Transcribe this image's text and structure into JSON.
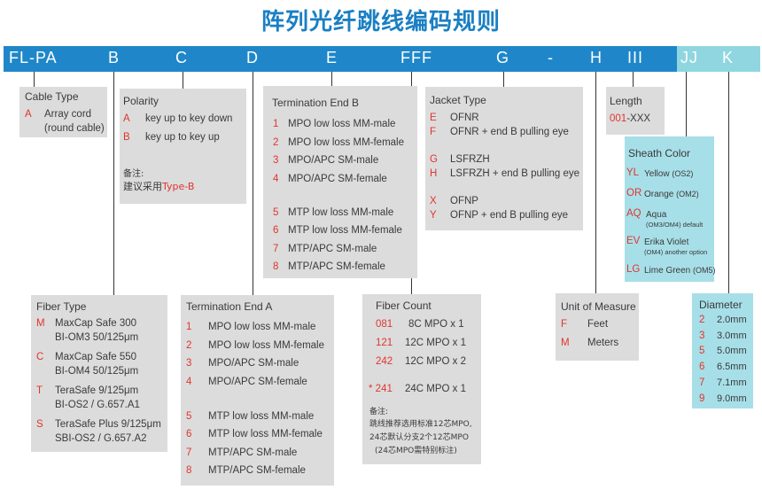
{
  "title": "阵列光纤跳线编码规则",
  "codes": [
    {
      "text": "FL-PA"
    },
    {
      "text": "B"
    },
    {
      "text": "C"
    },
    {
      "text": "D"
    },
    {
      "text": "E"
    },
    {
      "text": "FFF"
    },
    {
      "text": "G"
    },
    {
      "text": "-"
    },
    {
      "text": "H"
    },
    {
      "text": "III"
    },
    {
      "text": "JJ"
    },
    {
      "text": "K"
    }
  ],
  "cable_type": {
    "header": "Cable Type",
    "items": [
      {
        "code": "A",
        "line1": "Array cord",
        "line2": "(round cable)"
      }
    ]
  },
  "polarity": {
    "header": "Polarity",
    "items": [
      {
        "code": "A",
        "label": "key up to key down"
      },
      {
        "code": "B",
        "label": "key up to key up"
      }
    ],
    "note_label": "备注:",
    "note_prefix": "建议采用",
    "note_value": "Type-B"
  },
  "termination_b": {
    "header": "Termination End B",
    "items": [
      {
        "code": "1",
        "label": "MPO low loss MM-male"
      },
      {
        "code": "2",
        "label": "MPO low loss MM-female"
      },
      {
        "code": "3",
        "label": "MPO/APC SM-male"
      },
      {
        "code": "4",
        "label": "MPO/APC SM-female"
      },
      {
        "code": "5",
        "label": "MTP low loss MM-male"
      },
      {
        "code": "6",
        "label": "MTP low loss MM-female"
      },
      {
        "code": "7",
        "label": "MTP/APC SM-male"
      },
      {
        "code": "8",
        "label": "MTP/APC SM-female"
      }
    ]
  },
  "jacket_type": {
    "header": "Jacket Type",
    "items": [
      {
        "code": "E",
        "label": "OFNR"
      },
      {
        "code": "F",
        "label": "OFNR + end B pulling eye"
      },
      {
        "code": "G",
        "label": "LSFRZH"
      },
      {
        "code": "H",
        "label": "LSFRZH + end B pulling eye"
      },
      {
        "code": "X",
        "label": "OFNP"
      },
      {
        "code": "Y",
        "label": "OFNP + end B pulling eye"
      }
    ]
  },
  "length": {
    "header": "Length",
    "code": "001",
    "label": "-XXX"
  },
  "sheath_color": {
    "header": "Sheath Color",
    "items": [
      {
        "code": "YL",
        "label": "Yellow",
        "sub": "(OS2)",
        "sub2": ""
      },
      {
        "code": "OR",
        "label": "Orange",
        "sub": "(OM2)",
        "sub2": ""
      },
      {
        "code": "AQ",
        "label": "Aqua",
        "sub": "(OM3/OM4) default",
        "sub2": ""
      },
      {
        "code": "EV",
        "label": "Erika Violet",
        "sub": "(OM4) another option",
        "sub2": ""
      },
      {
        "code": "LG",
        "label": "Lime Green",
        "sub": "(OM5)",
        "sub2": ""
      }
    ]
  },
  "fiber_type": {
    "header": "Fiber Type",
    "items": [
      {
        "code": "M",
        "line1": "MaxCap Safe 300",
        "line2": "BI-OM3 50/125μm"
      },
      {
        "code": "C",
        "line1": "MaxCap Safe 550",
        "line2": "BI-OM4 50/125μm"
      },
      {
        "code": "T",
        "line1": "TeraSafe 9/125μm",
        "line2": "BI-OS2 / G.657.A1"
      },
      {
        "code": "S",
        "line1": "TeraSafe Plus 9/125μm",
        "line2": "SBI-OS2 / G.657.A2"
      }
    ]
  },
  "termination_a": {
    "header": "Termination End A",
    "items": [
      {
        "code": "1",
        "label": "MPO low loss MM-male"
      },
      {
        "code": "2",
        "label": "MPO low loss MM-female"
      },
      {
        "code": "3",
        "label": "MPO/APC SM-male"
      },
      {
        "code": "4",
        "label": "MPO/APC SM-female"
      },
      {
        "code": "5",
        "label": "MTP low loss MM-male"
      },
      {
        "code": "6",
        "label": "MTP low loss MM-female"
      },
      {
        "code": "7",
        "label": "MTP/APC SM-male"
      },
      {
        "code": "8",
        "label": "MTP/APC SM-female"
      }
    ]
  },
  "fiber_count": {
    "header": "Fiber Count",
    "items": [
      {
        "code": "081",
        "label": "8C MPO x 1"
      },
      {
        "code": "121",
        "label": "12C MPO x 1"
      },
      {
        "code": "242",
        "label": "12C MPO x 2"
      },
      {
        "code": "* 241",
        "label": "24C MPO x 1"
      }
    ],
    "note_label": "备注:",
    "note_lines": [
      "跳线推荐选用标准12芯MPO,",
      "24芯默认分支2个12芯MPO",
      "(24芯MPO需特别标注)"
    ]
  },
  "unit_of_measure": {
    "header": "Unit of Measure",
    "items": [
      {
        "code": "F",
        "label": "Feet"
      },
      {
        "code": "M",
        "label": "Meters"
      }
    ]
  },
  "diameter": {
    "header": "Diameter",
    "items": [
      {
        "code": "2",
        "label": "2.0mm"
      },
      {
        "code": "3",
        "label": "3.0mm"
      },
      {
        "code": "5",
        "label": "5.0mm"
      },
      {
        "code": "6",
        "label": "6.5mm"
      },
      {
        "code": "7",
        "label": "7.1mm"
      },
      {
        "code": "9",
        "label": "9.0mm"
      }
    ]
  },
  "colors": {
    "accent_blue": "#1f87c9",
    "accent_cyan": "#8fd6e0",
    "code_red": "#e0352e",
    "box_gray": "#dcdcdc",
    "box_teal": "#a7dfe8"
  }
}
